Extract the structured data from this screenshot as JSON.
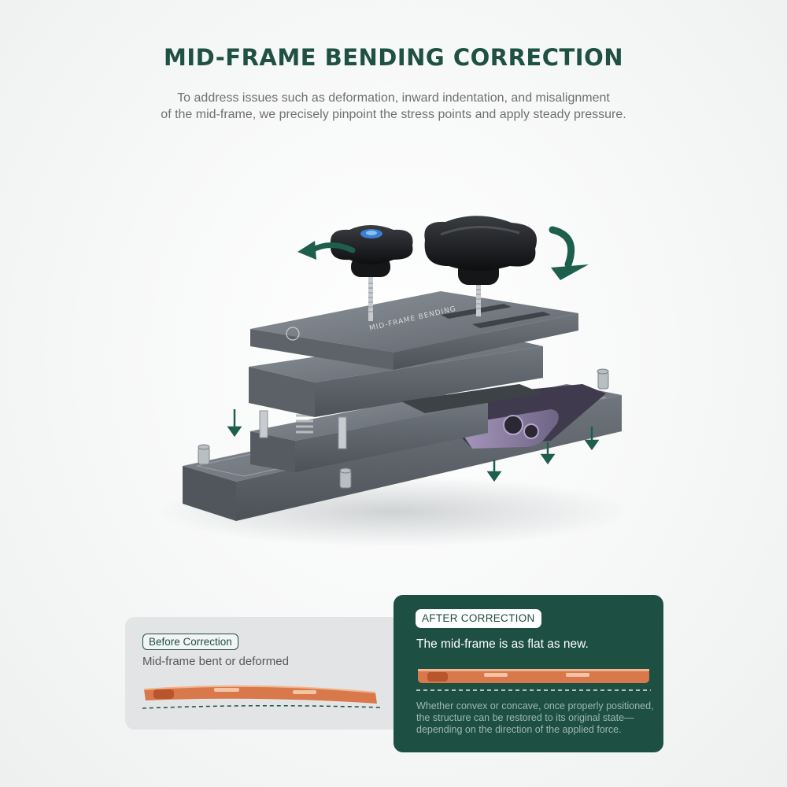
{
  "header": {
    "title": "MID-FRAME BENDING CORRECTION",
    "subtitle_line1": "To address issues such as deformation, inward indentation, and misalignment",
    "subtitle_line2": "of the mid-frame, we precisely pinpoint the stress points and apply steady pressure."
  },
  "product": {
    "label": "MID-FRAME BENDING",
    "icon_names": [
      "rotate-left-arrow-icon",
      "rotate-right-arrow-icon",
      "down-arrow-icon"
    ],
    "colors": {
      "accent": "#1e5142",
      "frame": "#e07b45",
      "metal": "#6d7278"
    }
  },
  "before": {
    "badge": "Before Correction",
    "text": "Mid-frame bent or deformed"
  },
  "after": {
    "badge": "AFTER CORRECTION",
    "headline": "The mid-frame is as flat as new.",
    "description": "Whether convex or concave, once properly positioned, the structure can be restored to its original state—depending on the direction of the applied force."
  }
}
